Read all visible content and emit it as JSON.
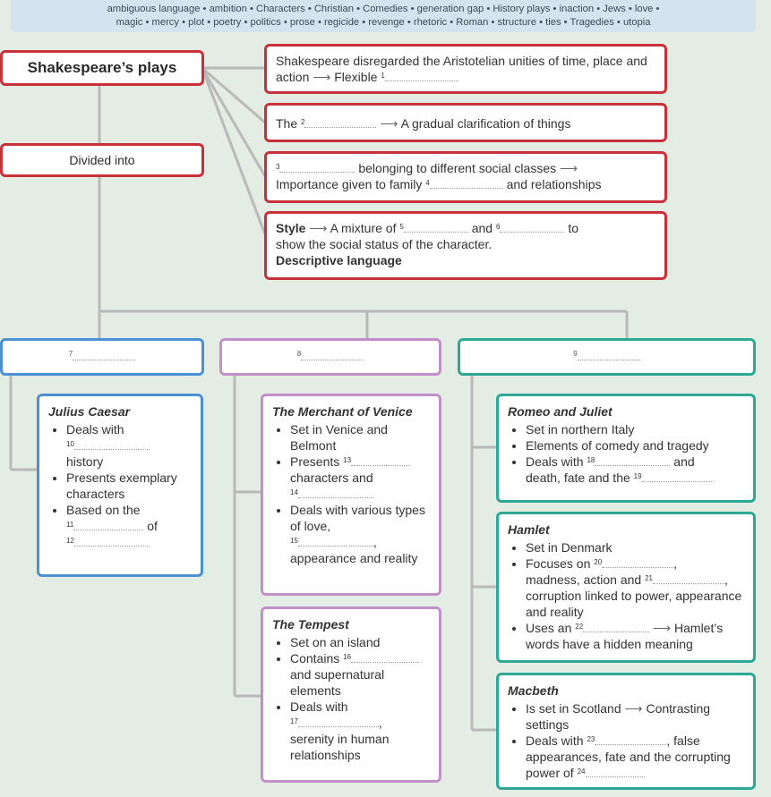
{
  "word_bank": {
    "line1": "ambiguous language • ambition • Characters • Christian • Comedies • generation gap • History plays • inaction • Jews • love •",
    "line2": "magic • mercy • plot • poetry • politics • prose • regicide • revenge • rhetoric • Roman • structure • ties • Tragedies • utopia"
  },
  "main_title": "Shakespeare’s plays",
  "divided_into": "Divided into",
  "features": {
    "f1_text": "Shakespeare disregarded the Aristotelian unities of time, place and action",
    "f1_after": "Flexible",
    "f1_num": "1",
    "f2_before": "The",
    "f2_num": "2",
    "f2_after": "A gradual clarification of things",
    "f3_num": "3",
    "f3_text1": "belonging to different social classes",
    "f3_text2": "Importance given to family",
    "f3_num2": "4",
    "f3_text3": "and relationships",
    "f4_style": "Style",
    "f4_text1": "A mixture of",
    "f4_num5": "5",
    "f4_and": "and",
    "f4_num6": "6",
    "f4_to": "to",
    "f4_text2": "show the social status of the character.",
    "f4_desc": "Descriptive language"
  },
  "categories": [
    {
      "num": "7"
    },
    {
      "num": "8"
    },
    {
      "num": "9"
    }
  ],
  "plays": {
    "julius": {
      "title": "Julius Caesar",
      "b1": "Deals with",
      "n10": "10",
      "b1b": "history",
      "b2": "Presents exemplary characters",
      "b3": "Based on the",
      "n11": "11",
      "of": "of",
      "n12": "12"
    },
    "merchant": {
      "title": "The Merchant of Venice",
      "b1": "Set in Venice and Belmont",
      "b2": "Presents",
      "n13": "13",
      "b2b": "characters and",
      "n14": "14",
      "b3": "Deals with various types of love,",
      "n15": "15",
      "b3b": "appearance and reality"
    },
    "tempest": {
      "title": "The Tempest",
      "b1": "Set on an island",
      "b2": "Contains",
      "n16": "16",
      "b2b": "and supernatural elements",
      "b3": "Deals with",
      "n17": "17",
      "b3b": "serenity in human relationships"
    },
    "romeo": {
      "title": "Romeo and Juliet",
      "b1": "Set in northern Italy",
      "b2": "Elements of comedy and tragedy",
      "b3": "Deals with",
      "n18": "18",
      "and": "and",
      "b3b": "death, fate and the",
      "n19": "19"
    },
    "hamlet": {
      "title": "Hamlet",
      "b1": "Set in Denmark",
      "b2": "Focuses on",
      "n20": "20",
      "b2b": "madness, action and",
      "n21": "21",
      "b2c": "corruption linked to power, appearance and reality",
      "b3": "Uses an",
      "n22": "22",
      "b3b": "Hamlet’s words have a hidden meaning"
    },
    "macbeth": {
      "title": "Macbeth",
      "b1": "Is set in Scotland",
      "b1b": "Contrasting settings",
      "b2": "Deals with",
      "n23": "23",
      "b2b": ", false appearances, fate and the corrupting power of",
      "n24": "24"
    }
  },
  "colors": {
    "red": "#c8303a",
    "blue": "#4a90d2",
    "purple": "#c290c9",
    "teal": "#2ca894",
    "connector": "#b9b9b9",
    "background": "#e4ede3"
  }
}
